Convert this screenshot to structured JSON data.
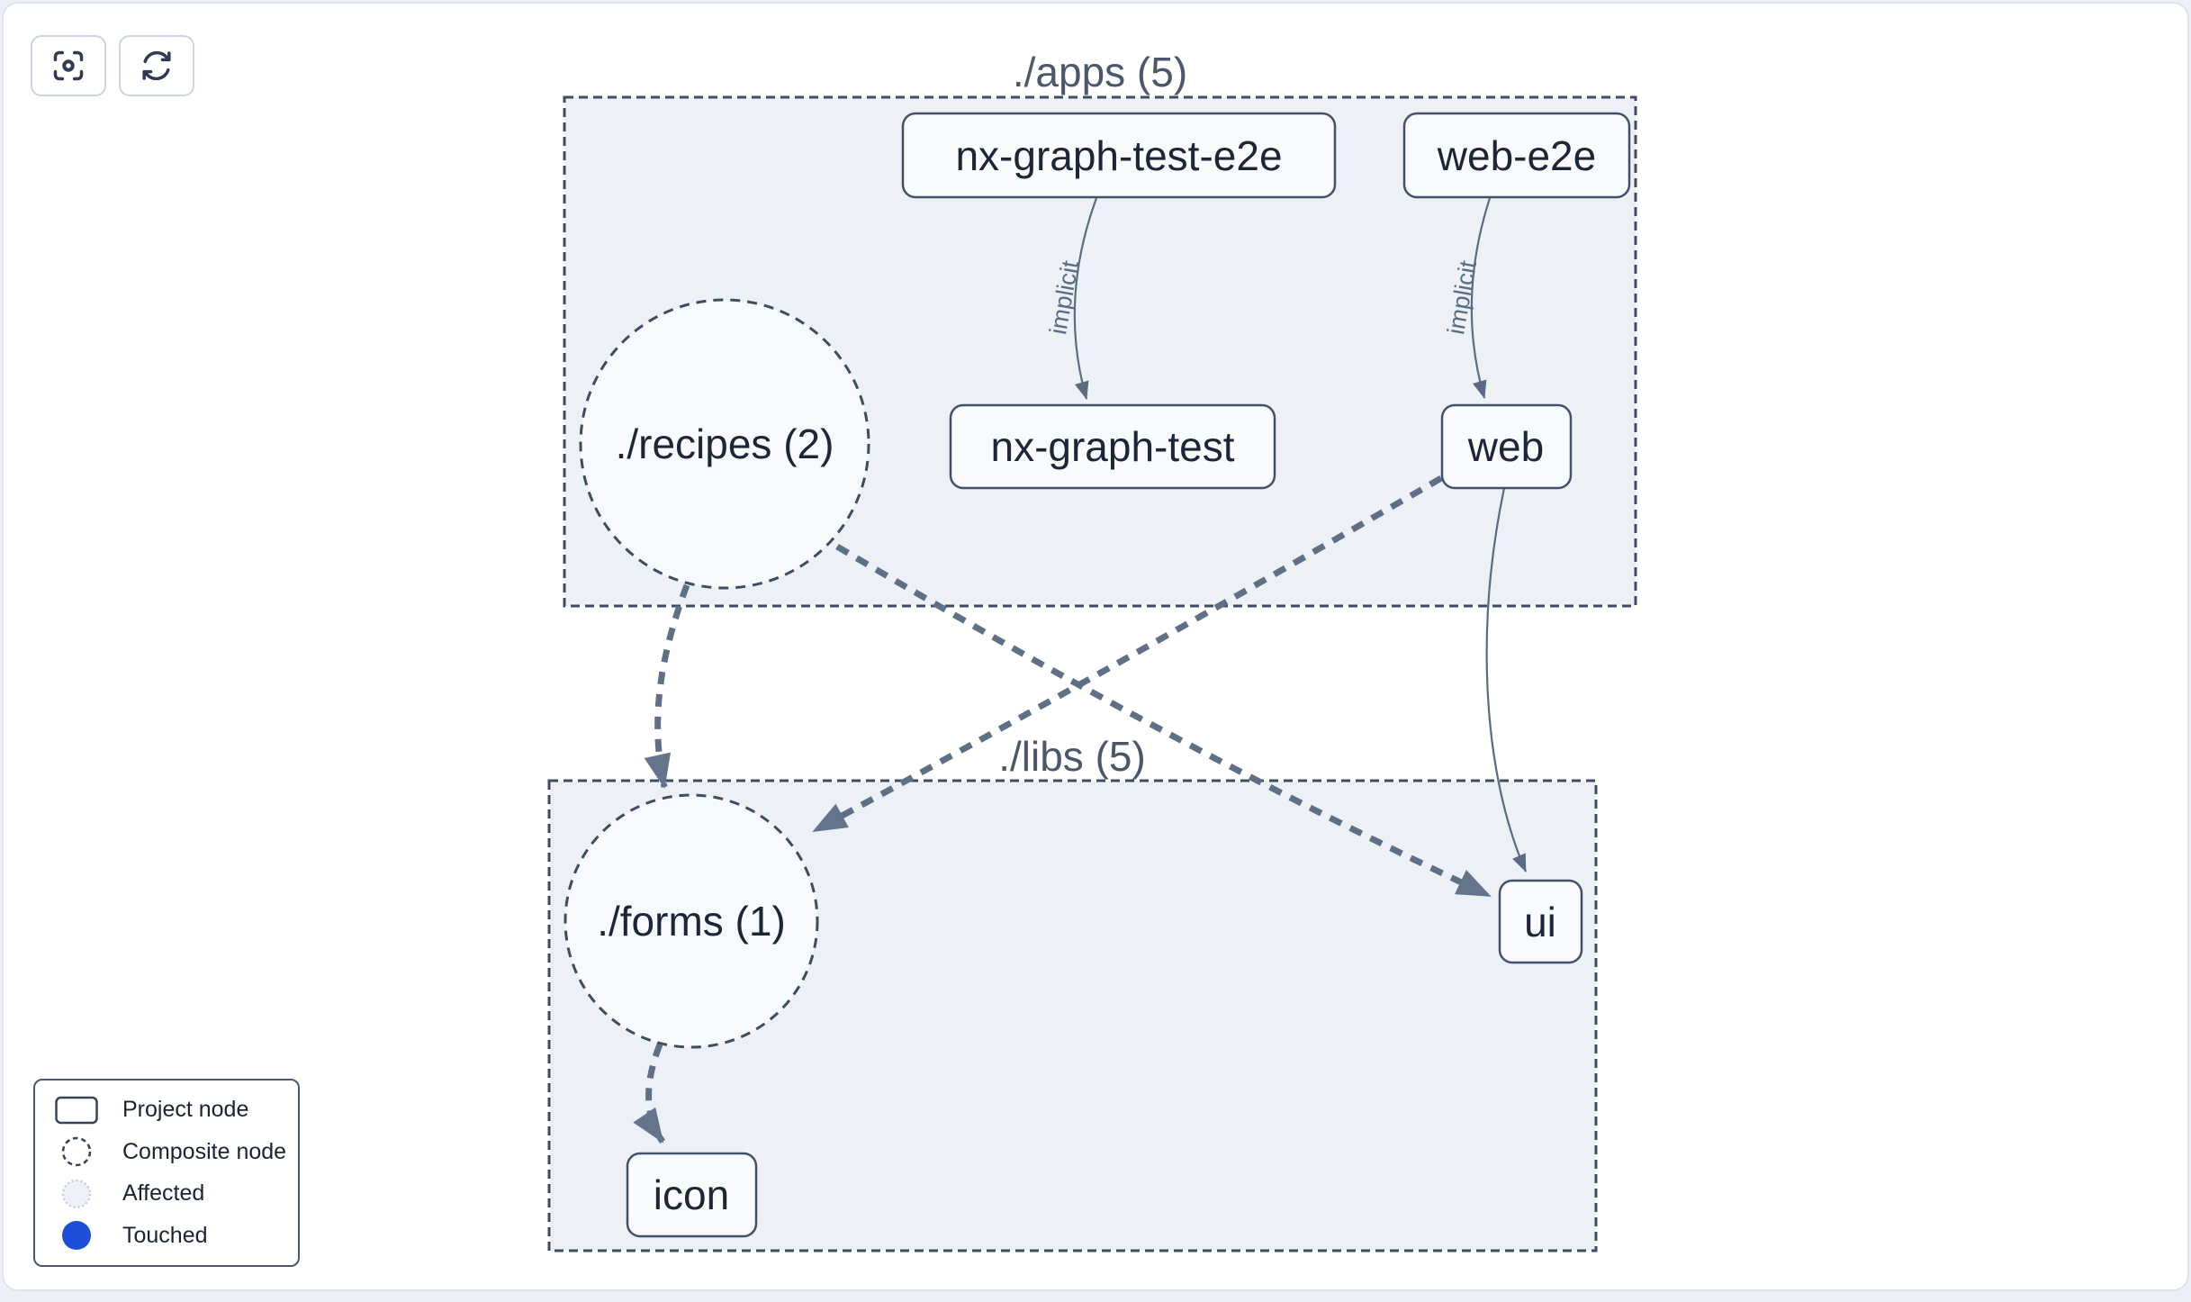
{
  "canvas": {
    "toolbar": [
      {
        "id": "zoom-to-fit",
        "icon": "focus-target-icon"
      },
      {
        "id": "reset-graph",
        "icon": "refresh-icon"
      }
    ]
  },
  "graph": {
    "groups": [
      {
        "label": "./apps (5)"
      },
      {
        "label": "./libs (5)"
      }
    ],
    "composite_nodes": [
      {
        "label": "./recipes (2)"
      },
      {
        "label": "./forms (1)"
      }
    ],
    "project_nodes": [
      {
        "label": "nx-graph-test-e2e"
      },
      {
        "label": "web-e2e"
      },
      {
        "label": "nx-graph-test"
      },
      {
        "label": "web"
      },
      {
        "label": "ui"
      },
      {
        "label": "icon"
      }
    ],
    "edges": [
      {
        "from": "nx-graph-test-e2e",
        "to": "nx-graph-test",
        "type": "implicit",
        "label": "implicit"
      },
      {
        "from": "web-e2e",
        "to": "web",
        "type": "implicit",
        "label": "implicit"
      },
      {
        "from": "web",
        "to": "ui",
        "type": "direct",
        "label": ""
      },
      {
        "from": "./recipes (2)",
        "to": "./forms (1)",
        "type": "composite-dashed",
        "label": ""
      },
      {
        "from": "./recipes (2)",
        "to": "ui",
        "type": "composite-dashed",
        "label": ""
      },
      {
        "from": "web",
        "to": "./forms (1)",
        "type": "composite-dashed",
        "label": ""
      },
      {
        "from": "./forms (1)",
        "to": "icon",
        "type": "composite-dashed",
        "label": ""
      }
    ]
  },
  "legend": {
    "items": [
      {
        "swatch": "project-node",
        "label": "Project node"
      },
      {
        "swatch": "composite-node",
        "label": "Composite node"
      },
      {
        "swatch": "affected",
        "label": "Affected"
      },
      {
        "swatch": "touched",
        "label": "Touched"
      }
    ]
  },
  "colors": {
    "touched_blue": "#1d4ed8",
    "affected_fill": "#edf1f6",
    "affected_stroke": "#c7cfdc",
    "group_fill": "#edf1f6",
    "node_fill": "#f8fafc",
    "outline": "#3e4c63",
    "edge_thick": "#5f7086",
    "edge_thin": "#5b6b82",
    "text_dark": "#1d2636",
    "text_muted": "#4b586c"
  }
}
